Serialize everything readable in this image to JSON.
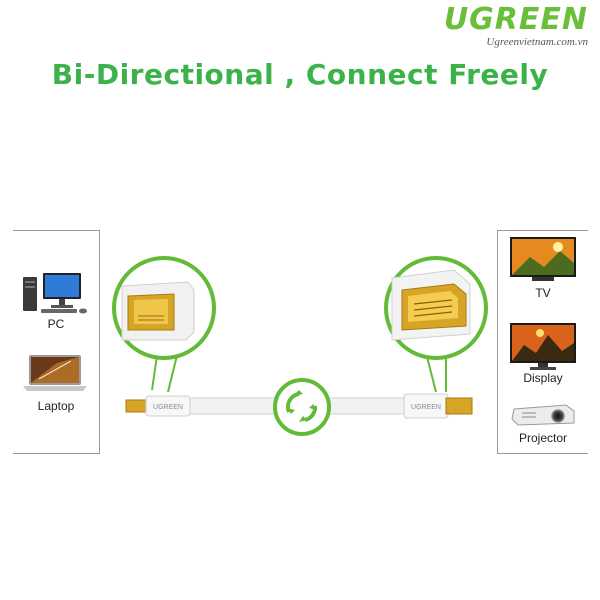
{
  "brand": {
    "logo": "UGREEN",
    "url": "Ugreenvietnam.com.vn"
  },
  "headline": "Bi-Directional ,  Connect Freely",
  "left_devices": [
    {
      "label": "PC",
      "icon": "pc-icon"
    },
    {
      "label": "Laptop",
      "icon": "laptop-icon"
    }
  ],
  "right_devices": [
    {
      "label": "TV",
      "icon": "tv-icon"
    },
    {
      "label": "Display",
      "icon": "display-icon"
    },
    {
      "label": "Projector",
      "icon": "projector-icon"
    }
  ],
  "cable": {
    "plug_brand": "UGREEN"
  },
  "colors": {
    "accent": "#3bb34a",
    "ring": "#61bb37",
    "gold": "#d7a526"
  }
}
